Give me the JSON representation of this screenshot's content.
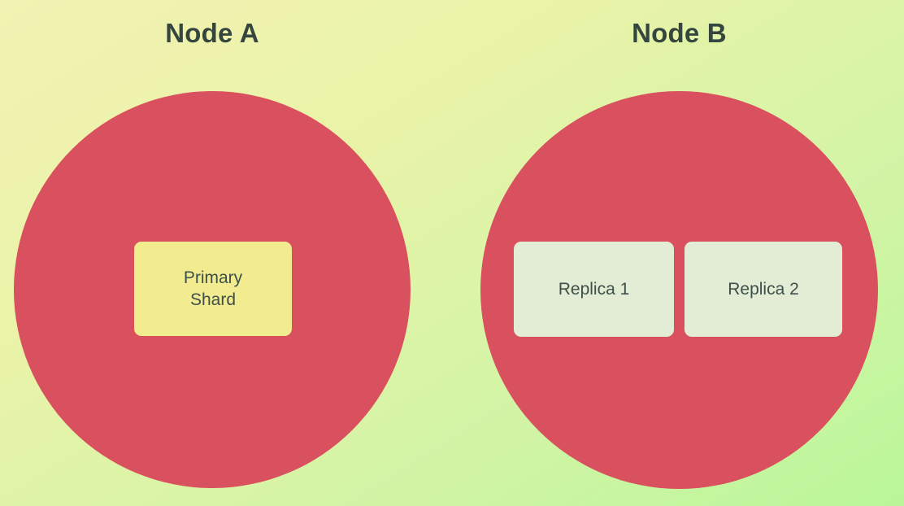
{
  "diagram": {
    "type": "shard-replication-topology",
    "background": {
      "gradient_from": "#f2f2b2",
      "gradient_to": "#baf79a"
    },
    "nodes": [
      {
        "id": "node-a",
        "title": "Node A",
        "circle_color": "#d9505e",
        "title_color": "#35463f",
        "shards": [
          {
            "id": "primary-shard",
            "line1": "Primary",
            "line2": "Shard",
            "fill": "#f2eb90",
            "text_color": "#3d5049"
          }
        ]
      },
      {
        "id": "node-b",
        "title": "Node B",
        "circle_color": "#d9505e",
        "title_color": "#35463f",
        "shards": [
          {
            "id": "replica-1",
            "line1": "Replica 1",
            "line2": "",
            "fill": "#e3ecd5",
            "text_color": "#3d5049"
          },
          {
            "id": "replica-2",
            "line1": "Replica 2",
            "line2": "",
            "fill": "#e3ecd5",
            "text_color": "#3d5049"
          }
        ]
      }
    ]
  }
}
